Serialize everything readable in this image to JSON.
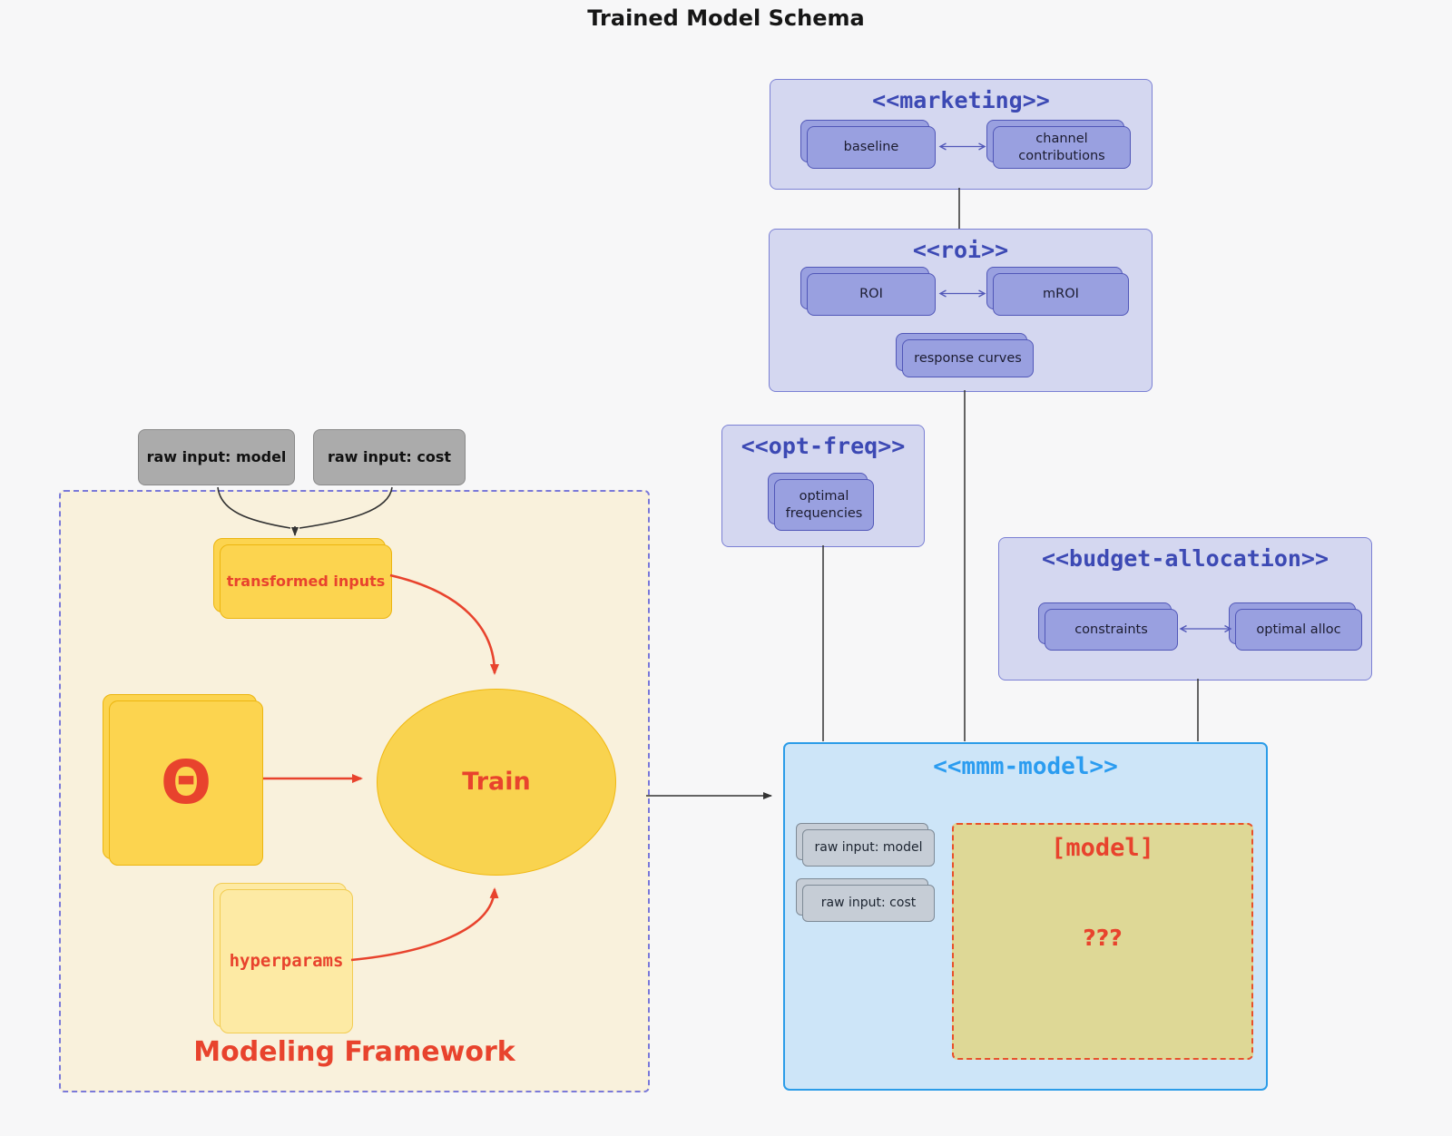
{
  "diagram": {
    "title": "Trained Model Schema",
    "external_inputs": {
      "raw_input_model": "raw input: model",
      "raw_input_cost": "raw input: cost"
    },
    "clusters": {
      "marketing": {
        "title": "<<marketing>>",
        "baseline": "baseline",
        "channel_contributions": "channel contributions"
      },
      "roi": {
        "title": "<<roi>>",
        "roi": "ROI",
        "mroi": "mROI",
        "response_curves": "response curves"
      },
      "opt_freq": {
        "title": "<<opt-freq>>",
        "optimal_frequencies": "optimal frequencies"
      },
      "budget_allocation": {
        "title": "<<budget-allocation>>",
        "constraints": "constraints",
        "optimal_alloc": "optimal alloc"
      },
      "modeling_framework": {
        "label": "Modeling Framework",
        "transformed_inputs": "transformed inputs",
        "theta": "Θ",
        "train": "Train",
        "hyperparams": "hyperparams"
      },
      "mmm_model": {
        "title": "<<mmm-model>>",
        "raw_input_model": "raw input: model",
        "raw_input_cost": "raw input: cost",
        "model": "[model]",
        "unknown": "???"
      }
    }
  },
  "colors": {
    "background": "#f7f7f8",
    "purple_cluster_fill": "#d4d7f0",
    "purple_cluster_border": "#7b80d4",
    "purple_node_fill": "#99a0e0",
    "purple_node_border": "#5157b8",
    "indigo_title": "#3c49b4",
    "gray_node_fill": "#ababab",
    "cream_fill": "#f9f1dc",
    "cream_dashed_border": "#7a79d9",
    "yellow_fill": "#fcd44f",
    "pale_yellow_fill": "#fdeaa4",
    "red_accent": "#e8432d",
    "blue_cluster_fill": "#cde5f8",
    "blue_border": "#2b9ce8",
    "blue_title": "#2b9cf0",
    "bluegray_node_fill": "#c6cdd6",
    "khaki_fill": "#ded896",
    "khaki_dashed_border": "#e8502a",
    "connector_dark": "#333333"
  }
}
